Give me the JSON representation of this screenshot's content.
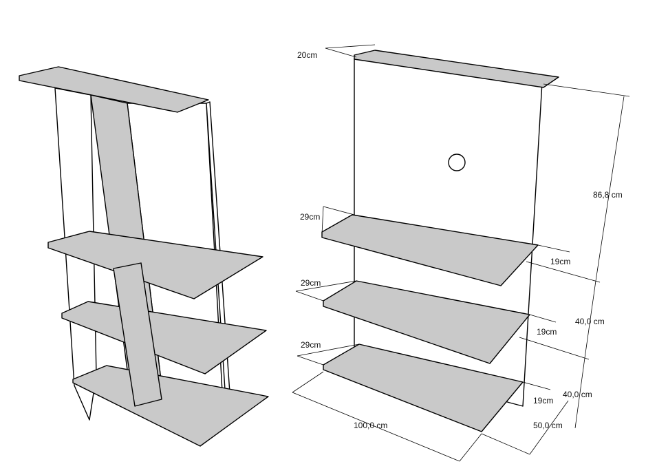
{
  "colors": {
    "shelf": "#c9c9c9",
    "panel": "#ffffff",
    "line": "#000000",
    "background": "#ffffff"
  },
  "dimensions": {
    "top_depth": "20cm",
    "height_upper": "86,8 cm",
    "height_middle": "40,0 cm",
    "height_lower": "40,0 cm",
    "shelf_depth_front_1": "29cm",
    "shelf_depth_front_2": "29cm",
    "shelf_depth_front_3": "29cm",
    "shelf_depth_back_1": "19cm",
    "shelf_depth_back_2": "19cm",
    "shelf_depth_back_3": "19cm",
    "width": "100,0 cm",
    "depth": "50,0 cm"
  }
}
